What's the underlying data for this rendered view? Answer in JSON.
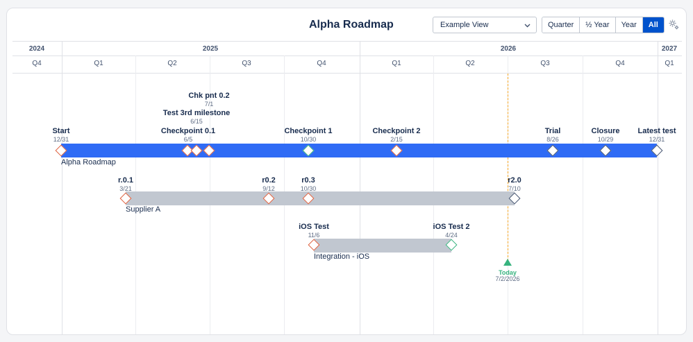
{
  "header": {
    "title": "Alpha Roadmap",
    "view_select_value": "Example View",
    "zoom_buttons": [
      "Quarter",
      "½ Year",
      "Year",
      "All"
    ],
    "active_zoom": "All"
  },
  "timeline": {
    "years": [
      "2024",
      "2025",
      "2026",
      "2027"
    ],
    "quarters": [
      "Q4",
      "Q1",
      "Q2",
      "Q3",
      "Q4",
      "Q1",
      "Q2",
      "Q3",
      "Q4",
      "Q1"
    ]
  },
  "rows": [
    {
      "name": "Alpha Roadmap",
      "style": "blue",
      "milestones": [
        {
          "name": "Start",
          "date": "12/31",
          "color": "orange"
        },
        {
          "name": "Checkpoint 0.1",
          "date": "6/5",
          "color": "orange"
        },
        {
          "name": "Test 3rd milestone",
          "date": "6/15",
          "color": "orange"
        },
        {
          "name": "Chk pnt 0.2",
          "date": "7/1",
          "color": "orange"
        },
        {
          "name": "Checkpoint 1",
          "date": "10/30",
          "color": "green"
        },
        {
          "name": "Checkpoint 2",
          "date": "2/15",
          "color": "orange"
        },
        {
          "name": "Trial",
          "date": "8/26",
          "color": "navy"
        },
        {
          "name": "Closure",
          "date": "10/29",
          "color": "navy"
        },
        {
          "name": "Latest test",
          "date": "12/31",
          "color": "navy"
        }
      ]
    },
    {
      "name": "Supplier A",
      "style": "gray",
      "milestones": [
        {
          "name": "r.0.1",
          "date": "3/21",
          "color": "orange"
        },
        {
          "name": "r0.2",
          "date": "9/12",
          "color": "orange"
        },
        {
          "name": "r0.3",
          "date": "10/30",
          "color": "orange"
        },
        {
          "name": "r2.0",
          "date": "7/10",
          "color": "navy"
        }
      ]
    },
    {
      "name": "Integration - iOS",
      "style": "gray",
      "milestones": [
        {
          "name": "iOS Test",
          "date": "11/6",
          "color": "orange"
        },
        {
          "name": "iOS Test 2",
          "date": "4/24",
          "color": "green"
        }
      ]
    }
  ],
  "today": {
    "label": "Today",
    "date": "7/2/2026"
  },
  "colors": {
    "accent": "#0052cc",
    "bar_blue": "#2f6bf5",
    "bar_gray": "#c1c7d0",
    "milestone_orange": "#de5d3a",
    "milestone_green": "#36b37e",
    "milestone_navy": "#42526e",
    "today_line": "#f5a623"
  }
}
